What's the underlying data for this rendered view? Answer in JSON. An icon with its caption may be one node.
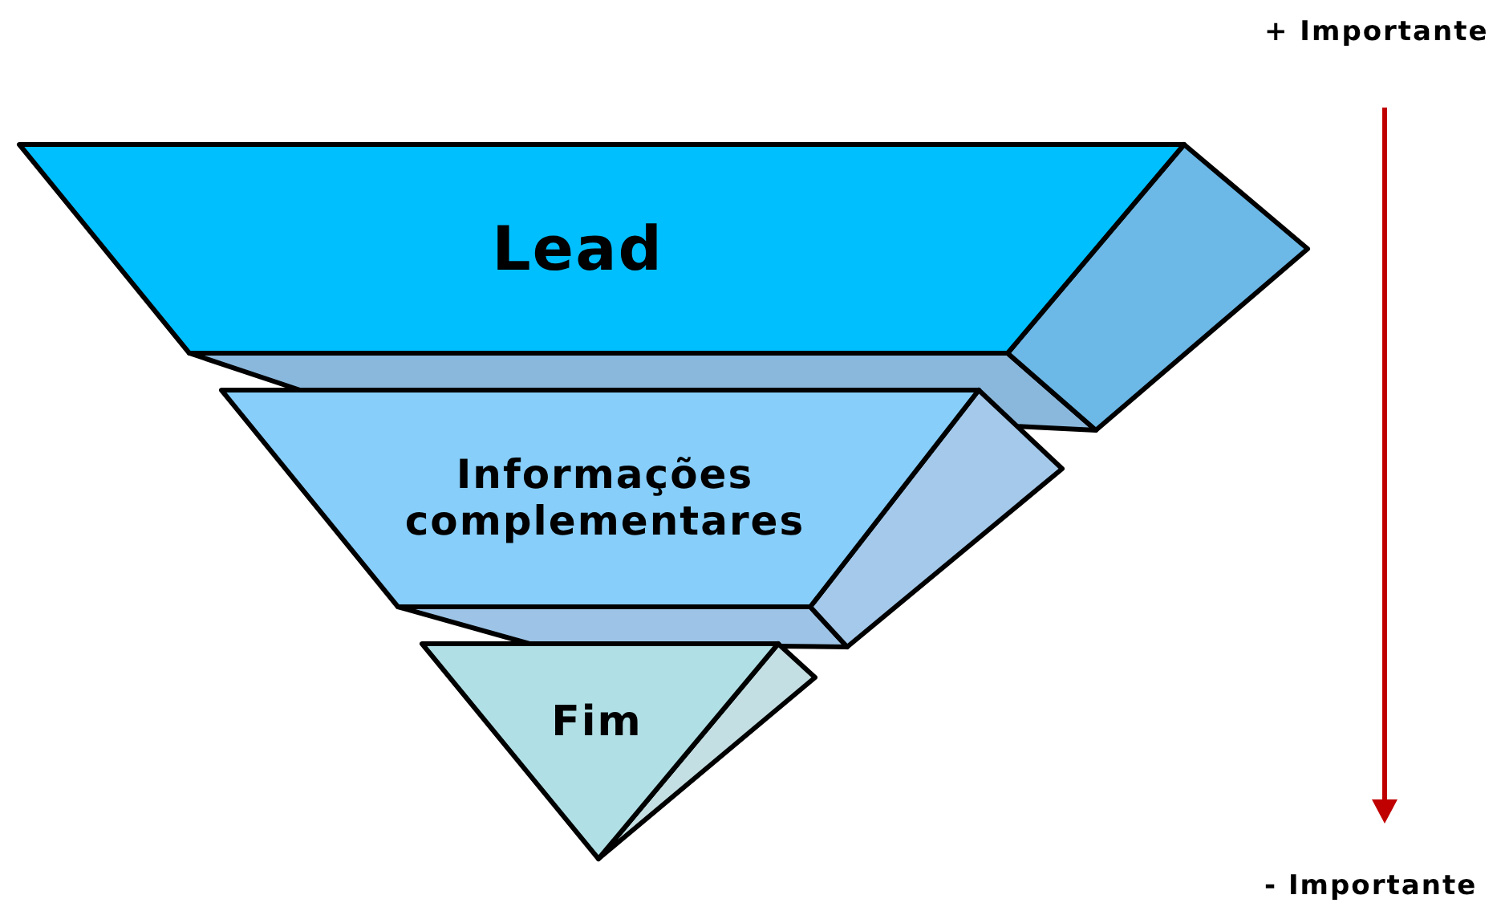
{
  "diagram": {
    "nodes": [
      {
        "text": [
          "Lead"
        ]
      },
      {
        "text": [
          "Informações complementares"
        ]
      },
      {
        "text": [
          "Fim"
        ]
      }
    ],
    "labels": [
      "+ Importante",
      "- Importante"
    ]
  }
}
